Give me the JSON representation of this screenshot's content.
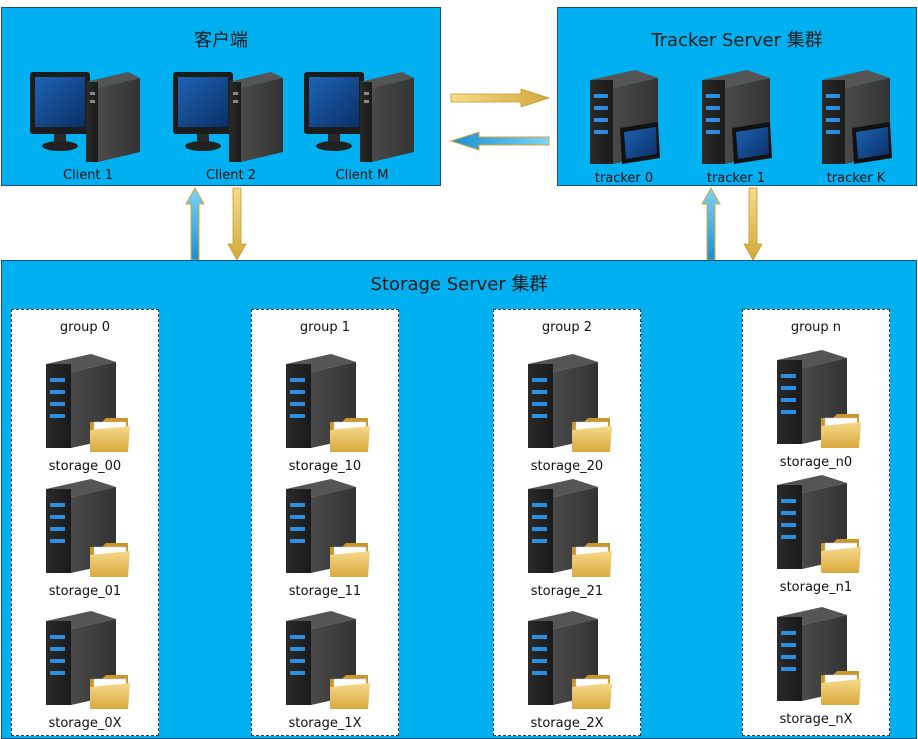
{
  "client_panel": {
    "title": "客户端",
    "clients": [
      "Client 1",
      "Client 2",
      "Client M"
    ]
  },
  "tracker_panel": {
    "title": "Tracker Server 集群",
    "trackers": [
      "tracker 0",
      "tracker 1",
      "tracker K"
    ]
  },
  "storage_panel": {
    "title": "Storage Server 集群",
    "groups": [
      {
        "title": "group 0",
        "nodes": [
          "storage_00",
          "storage_01",
          "storage_0X"
        ]
      },
      {
        "title": "group 1",
        "nodes": [
          "storage_10",
          "storage_11",
          "storage_1X"
        ]
      },
      {
        "title": "group 2",
        "nodes": [
          "storage_20",
          "storage_21",
          "storage_2X"
        ]
      },
      {
        "title": "group n",
        "nodes": [
          "storage_n0",
          "storage_n1",
          "storage_nX"
        ]
      }
    ]
  },
  "colors": {
    "panel": "#00b0f0",
    "arrow_gold": "#e8c25a",
    "arrow_blue": "#2aa7e0",
    "server_body": "#3a3a3a"
  }
}
